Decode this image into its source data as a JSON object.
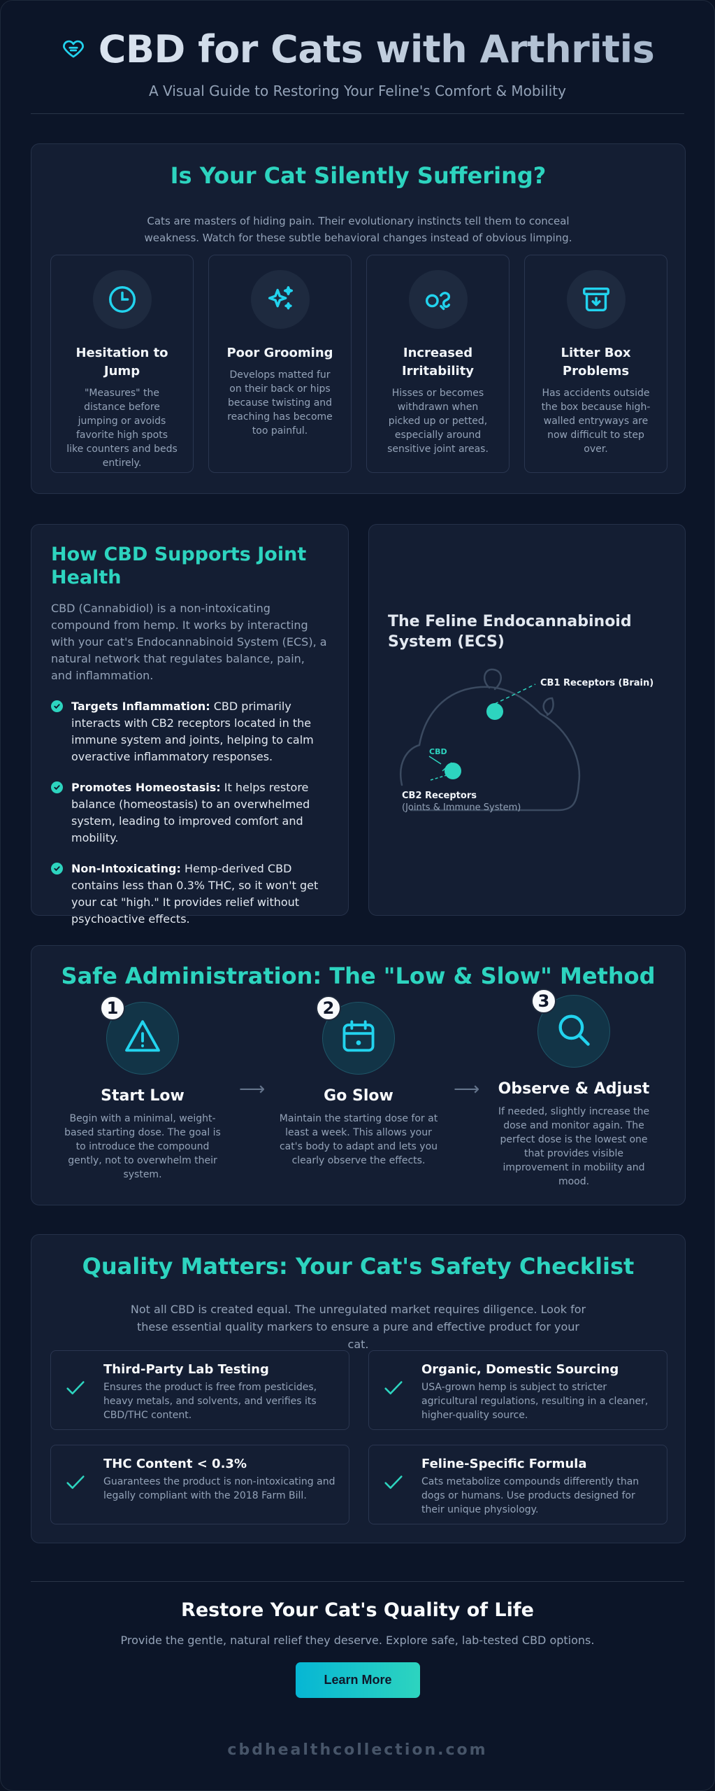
{
  "header": {
    "title": "CBD for Cats with Arthritis",
    "subtitle": "A Visual Guide to Restoring Your Feline's Comfort & Mobility",
    "icon": "heart-icon"
  },
  "symptoms": {
    "title": "Is Your Cat Silently Suffering?",
    "intro": "Cats are masters of hiding pain. Their evolutionary instincts tell them to conceal weakness. Watch for these subtle behavioral changes instead of obvious limping.",
    "items": [
      {
        "icon": "clock-icon",
        "title": "Hesitation to Jump",
        "text": "\"Measures\" the distance before jumping or avoids favorite high spots like counters and beds entirely."
      },
      {
        "icon": "sparkles-icon",
        "title": "Poor Grooming",
        "text": "Develops matted fur on their back or hips because twisting and reaching has become too painful."
      },
      {
        "icon": "irritability-icon",
        "title": "Increased Irritability",
        "text": "Hisses or becomes withdrawn when picked up or petted, especially around sensitive joint areas."
      },
      {
        "icon": "litter-box-icon",
        "title": "Litter Box Problems",
        "text": "Has accidents outside the box because high-walled entryways are now difficult to step over."
      }
    ]
  },
  "support": {
    "title": "How CBD Supports Joint Health",
    "intro": "CBD (Cannabidiol) is a non-intoxicating compound from hemp. It works by interacting with your cat's Endocannabinoid System (ECS), a natural network that regulates balance, pain, and inflammation.",
    "bullets": [
      {
        "label": "Targets Inflammation:",
        "text": " CBD primarily interacts with CB2 receptors located in the immune system and joints, helping to calm overactive inflammatory responses."
      },
      {
        "label": "Promotes Homeostasis:",
        "text": " It helps restore balance (homeostasis) to an overwhelmed system, leading to improved comfort and mobility."
      },
      {
        "label": "Non-Intoxicating:",
        "text": " Hemp-derived CBD contains less than 0.3% THC, so it won't get your cat \"high.\" It provides relief without psychoactive effects."
      }
    ]
  },
  "ecs": {
    "title": "The Feline Endocannabinoid System (ECS)",
    "cb1_label": "CB1 Receptors (Brain)",
    "cbd_label": "CBD",
    "cb2_label": "CB2 Receptors",
    "cb2_sub": "(Joints & Immune System)"
  },
  "admin": {
    "title": "Safe Administration: The \"Low & Slow\" Method",
    "steps": [
      {
        "num": "1",
        "icon": "warning-icon",
        "title": "Start Low",
        "text": "Begin with a minimal, weight-based starting dose. The goal is to introduce the compound gently, not to overwhelm their system."
      },
      {
        "num": "2",
        "icon": "calendar-icon",
        "title": "Go Slow",
        "text": "Maintain the starting dose for at least a week. This allows your cat's body to adapt and lets you clearly observe the effects."
      },
      {
        "num": "3",
        "icon": "magnifier-icon",
        "title": "Observe & Adjust",
        "text": "If needed, slightly increase the dose and monitor again. The perfect dose is the lowest one that provides visible improvement in mobility and mood."
      }
    ],
    "arrow": "⟶"
  },
  "quality": {
    "title": "Quality Matters: Your Cat's Safety Checklist",
    "intro": "Not all CBD is created equal. The unregulated market requires diligence. Look for these essential quality markers to ensure a pure and effective product for your cat.",
    "items": [
      {
        "title": "Third-Party Lab Testing",
        "text": "Ensures the product is free from pesticides, heavy metals, and solvents, and verifies its CBD/THC content."
      },
      {
        "title": "Organic, Domestic Sourcing",
        "text": "USA-grown hemp is subject to stricter agricultural regulations, resulting in a cleaner, higher-quality source."
      },
      {
        "title": "THC Content < 0.3%",
        "text": "Guarantees the product is non-intoxicating and legally compliant with the 2018 Farm Bill."
      },
      {
        "title": "Feline-Specific Formula",
        "text": "Cats metabolize compounds differently than dogs or humans. Use products designed for their unique physiology."
      }
    ]
  },
  "cta": {
    "title": "Restore Your Cat's Quality of Life",
    "text": "Provide the gentle, natural relief they deserve. Explore safe, lab-tested CBD options.",
    "button": "Learn More"
  },
  "footer": {
    "site": "cbdhealthcollection.com"
  },
  "colors": {
    "accent": "#2dd4bf",
    "cyan": "#22d3ee",
    "background": "#0c1528",
    "card": "#141e33"
  }
}
